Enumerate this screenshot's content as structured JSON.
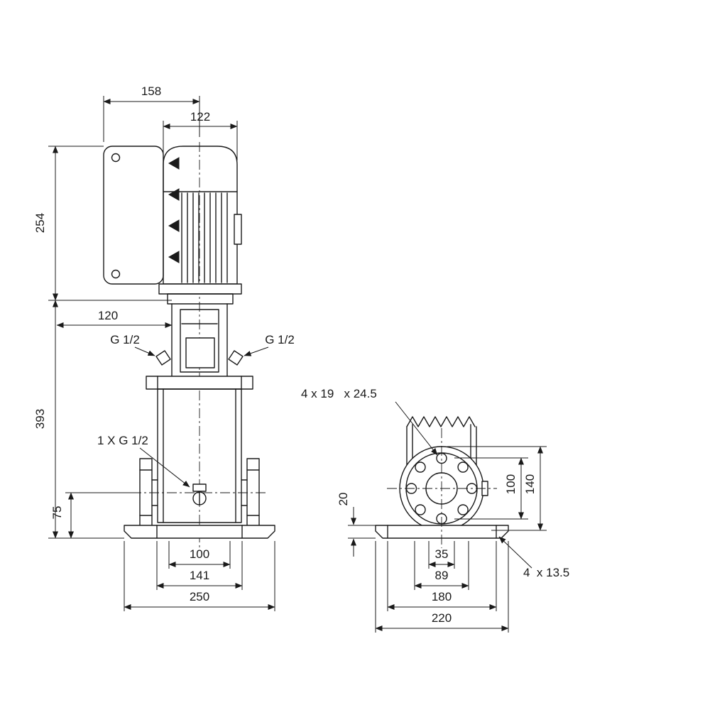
{
  "drawing": {
    "kind": "pump-dimensional-drawing",
    "line_color": "#1a1a1a",
    "background": "#ffffff"
  },
  "front": {
    "width_overall": "158",
    "motor_width": "122",
    "motor_height": "254",
    "dim_120": "120",
    "pump_height": "393",
    "port_center_height": "75",
    "base_dim_100": "100",
    "base_dim_141": "141",
    "base_length": "250",
    "plug_left": "G 1/2",
    "plug_right": "G 1/2",
    "drain_note": "1 X G 1/2"
  },
  "side": {
    "flange_hole_note": "4 x 19   x 24.5",
    "base_height": "20",
    "bolt_circle": "100",
    "flange_od": "140",
    "base_hole_note": "4  x 13.5",
    "dim_35": "35",
    "dim_89": "89",
    "base_bolt_spacing": "180",
    "base_width": "220"
  }
}
